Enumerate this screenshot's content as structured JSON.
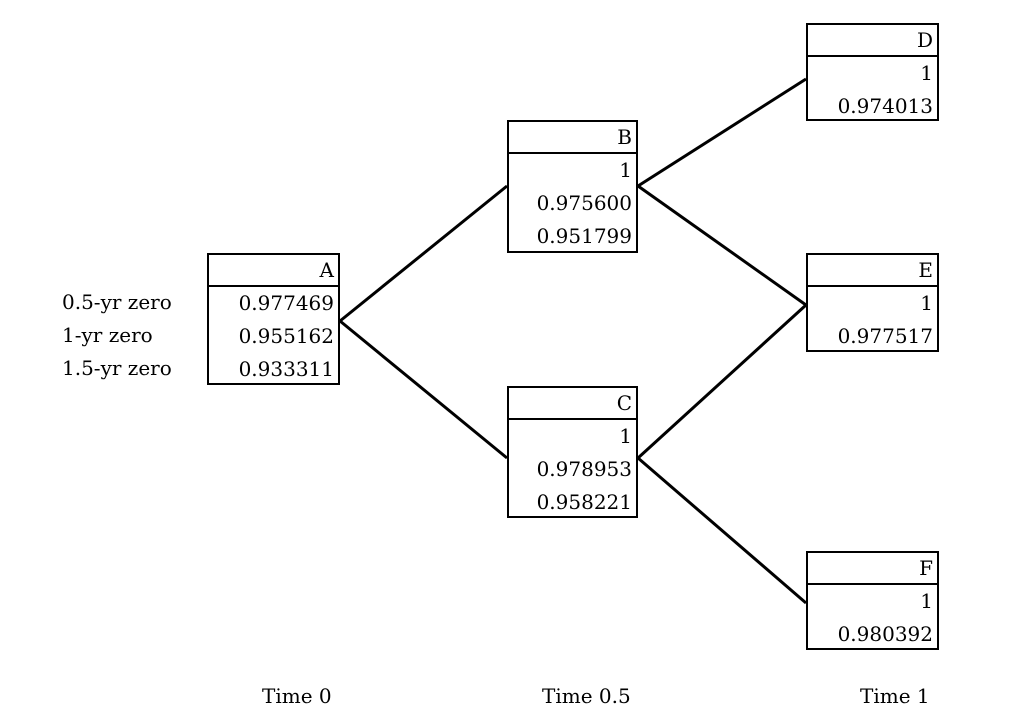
{
  "nodes": {
    "A": {
      "title": "A",
      "values": [
        "0.977469",
        "0.955162",
        "0.933311"
      ]
    },
    "B": {
      "title": "B",
      "values": [
        "1",
        "0.975600",
        "0.951799"
      ]
    },
    "C": {
      "title": "C",
      "values": [
        "1",
        "0.978953",
        "0.958221"
      ]
    },
    "D": {
      "title": "D",
      "values": [
        "1",
        "0.974013"
      ]
    },
    "E": {
      "title": "E",
      "values": [
        "1",
        "0.977517"
      ]
    },
    "F": {
      "title": "F",
      "values": [
        "1",
        "0.980392"
      ]
    }
  },
  "row_labels": [
    "0.5-yr zero",
    "1-yr zero",
    "1.5-yr zero"
  ],
  "time_labels": [
    "Time 0",
    "Time 0.5",
    "Time 1"
  ],
  "edges": [
    [
      "A",
      "B"
    ],
    [
      "A",
      "C"
    ],
    [
      "B",
      "D"
    ],
    [
      "B",
      "E"
    ],
    [
      "C",
      "E"
    ],
    [
      "C",
      "F"
    ]
  ],
  "colors": {
    "line": "#000000",
    "background": "#ffffff"
  }
}
